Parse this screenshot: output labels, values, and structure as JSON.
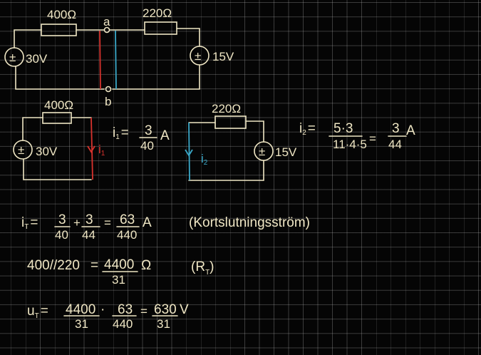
{
  "circuit_top": {
    "r1": "400Ω",
    "r2": "220Ω",
    "v1": "30V",
    "v2": "15V",
    "node_a": "a",
    "node_b": "b",
    "src_sign": "±"
  },
  "circuit_left": {
    "r": "400Ω",
    "v": "30V",
    "current": "i",
    "current_sub": "1",
    "src_sign": "±"
  },
  "circuit_right": {
    "r": "220Ω",
    "v": "15V",
    "current": "i",
    "current_sub": "2",
    "src_sign": "±"
  },
  "eq_i1": {
    "lhs": "i",
    "sub": "1",
    "eq": "=",
    "num": "3",
    "den": "40",
    "unit": "A"
  },
  "eq_i2": {
    "lhs": "i",
    "sub": "2",
    "eq": "=",
    "num1": "5·3",
    "den1": "11·4·5",
    "eq2": "=",
    "num2": "3",
    "den2": "44",
    "unit": "A"
  },
  "eq_iT": {
    "lhs": "i",
    "sub": "T",
    "eq": "=",
    "n1": "3",
    "d1": "40",
    "plus": "+",
    "n2": "3",
    "d2": "44",
    "eq2": "=",
    "n3": "63",
    "d3": "440",
    "unit": "A",
    "note": "(Kortslutningsström)"
  },
  "eq_RT": {
    "lhs": "400//220",
    "eq": "=",
    "num": "4400",
    "den": "31",
    "unit": "Ω",
    "note_open": "(R",
    "note_sub": "T",
    "note_close": ")"
  },
  "eq_uT": {
    "lhs": "u",
    "sub": "T",
    "eq": "=",
    "n1": "4400",
    "d1": "31",
    "dot": "·",
    "n2": "63",
    "d2": "440",
    "eq2": "=",
    "n3": "630",
    "d3": "31",
    "unit": "V"
  },
  "colors": {
    "chalk": "#efe6c4",
    "red": "#d8322d",
    "blue": "#3aa8c8"
  }
}
